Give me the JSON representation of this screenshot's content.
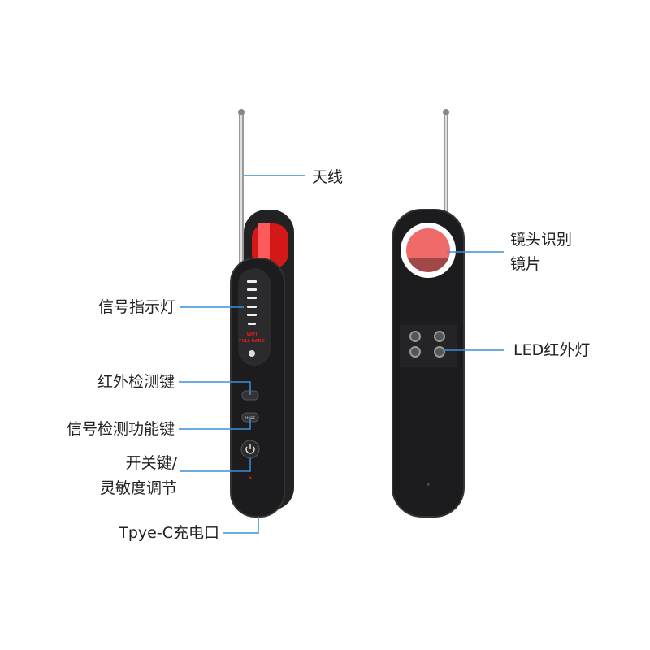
{
  "colors": {
    "leader": "#3a8fd4",
    "body": "#1c1c1e",
    "lens": "#f06a6a",
    "accent_red": "#e01b1b"
  },
  "device_text": {
    "band_line1": "WIFI",
    "band_line2": "FULL BAND",
    "mode": "MODE"
  },
  "labels": {
    "antenna": "天线",
    "lens_line1": "镜头识别",
    "lens_line2": "镜片",
    "signal_indicator": "信号指示灯",
    "ir_detect_key": "红外检测键",
    "signal_detect_key": "信号检测功能键",
    "power_line1": "开关键/",
    "power_line2": "灵敏度调节",
    "typec": "Tpye-C充电口",
    "led_ir": "LED红外灯"
  }
}
